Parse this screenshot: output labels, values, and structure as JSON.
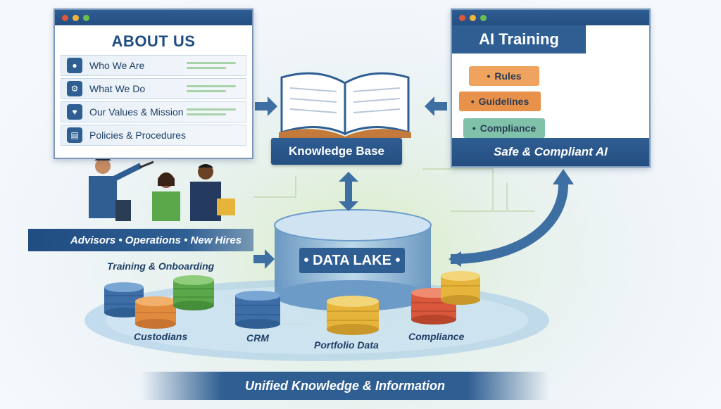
{
  "about": {
    "title": "ABOUT US",
    "items": [
      {
        "label": "Who We Are",
        "icon": "person-icon"
      },
      {
        "label": "What We Do",
        "icon": "gear-icon"
      },
      {
        "label": "Our Values & Mission",
        "icon": "heart-icon"
      },
      {
        "label": "Policies & Procedures",
        "icon": "document-icon"
      }
    ]
  },
  "ai_training": {
    "title": "AI Training",
    "pills": [
      "Rules",
      "Guidelines",
      "Compliance"
    ],
    "footer": "Safe & Compliant AI"
  },
  "knowledge_base": {
    "label": "Knowledge Base"
  },
  "audience": {
    "label": "Advisors • Operations • New Hires"
  },
  "training": {
    "label": "Training & Onboarding"
  },
  "data_lake": {
    "label": "• DATA LAKE •"
  },
  "sources": [
    "Custodians",
    "CRM",
    "Portfolio Data",
    "Compliance"
  ],
  "footer": {
    "label": "Unified Knowledge & Information"
  },
  "colors": {
    "navy": "#2f5e93",
    "orange": "#e8914a",
    "green": "#5aa84a",
    "gold": "#e6b43a",
    "red": "#d9573a",
    "teal": "#4f9c8c"
  }
}
